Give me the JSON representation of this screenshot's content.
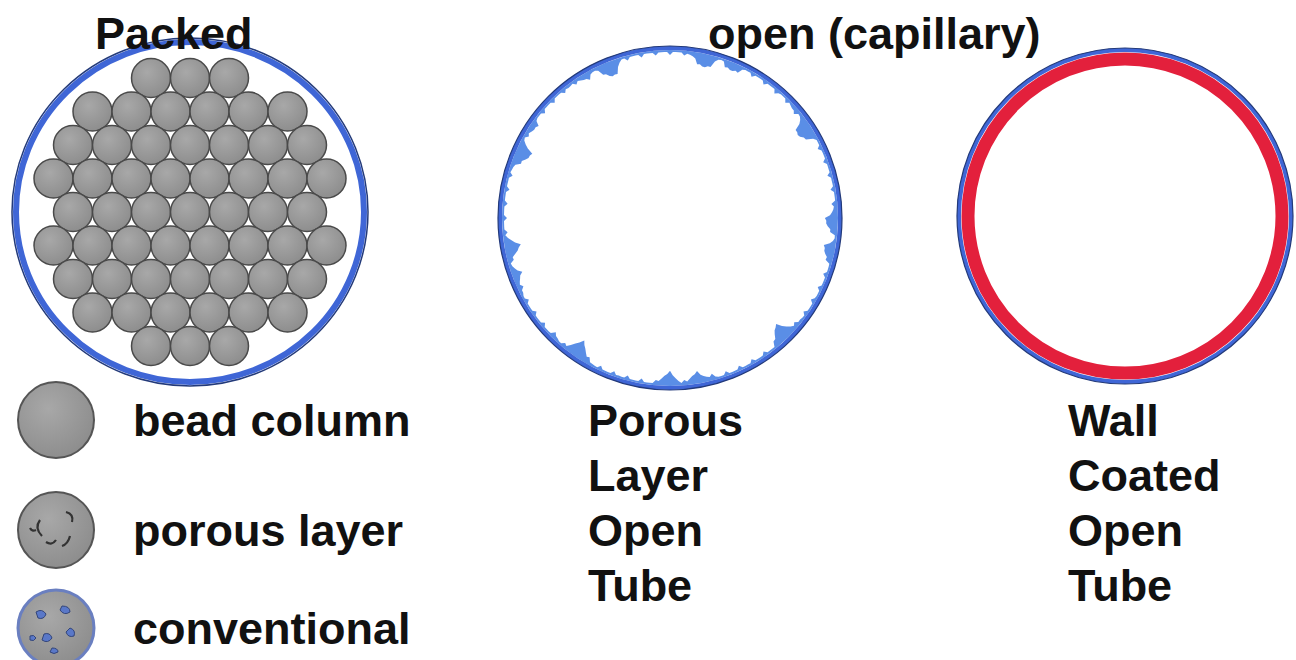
{
  "diagram": {
    "labels": [
      "Packed",
      "open (capillary)",
      "Porous Layer Open Tube",
      "Wall Coated Open Tube"
    ],
    "legend": [
      {
        "text": "bead column"
      },
      {
        "text": "porous layer"
      },
      {
        "text": "conventional"
      }
    ]
  }
}
